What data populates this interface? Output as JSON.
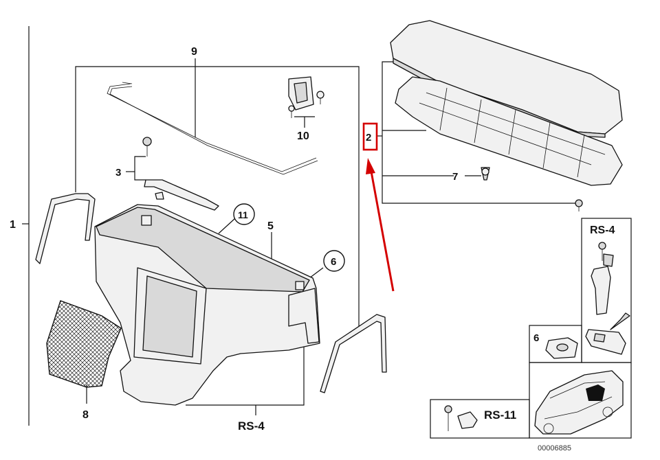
{
  "callouts": {
    "c1": "1",
    "c2": "2",
    "c3": "3",
    "c5": "5",
    "c6": "6",
    "c7": "7",
    "c8": "8",
    "c9": "9",
    "c10": "10",
    "c11": "11",
    "rs4_bottom": "RS-4",
    "rs4_box": "RS-4",
    "box6": "6",
    "rs11_box": "RS-11"
  },
  "diagram_number": "00006885",
  "highlight_color": "#d40000"
}
